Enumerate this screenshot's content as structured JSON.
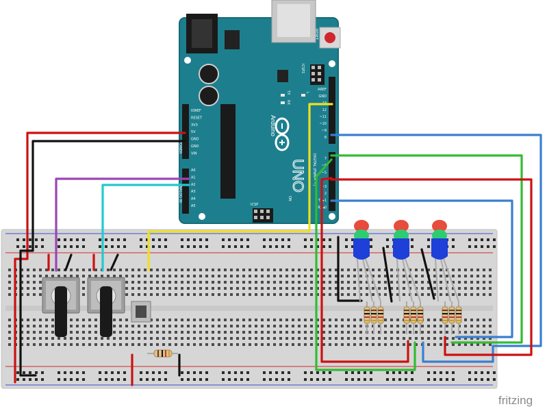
{
  "board": {
    "reset_label": "RESET",
    "icsp2_label": "ICSP2",
    "icsp_label": "ICSP",
    "tx_label": "TX",
    "rx_label": "RX",
    "l_label": "L",
    "on_label": "ON",
    "logo_label": "Arduino",
    "model_label": "UNO",
    "power_header_label": "POWER",
    "analog_header_label": "ANALOG IN",
    "digital_header_label": "DIGITAL (PWM= ~)",
    "power_pins": [
      "IOREF",
      "RESET",
      "3V3",
      "5V",
      "GND",
      "GND",
      "VIN"
    ],
    "analog_pins": [
      "A0",
      "A1",
      "A2",
      "A3",
      "A4",
      "A5"
    ],
    "digital_pins_top": [
      "AREF",
      "GND",
      "13",
      "12",
      "~11",
      "~10",
      "~9",
      "8"
    ],
    "digital_pins_bottom": [
      "7",
      "~6",
      "~5",
      "4",
      "~3",
      "2",
      "TX▸1",
      "RX◂0"
    ]
  },
  "watermark": "fritzing",
  "colors": {
    "board": "#1d7f8e",
    "wire_red": "#cc1111",
    "wire_black": "#111111",
    "wire_purple": "#9b45b5",
    "wire_cyan": "#22c8cf",
    "wire_yellow": "#f0e020",
    "wire_green": "#33bb33",
    "wire_blue": "#3a7fd0"
  }
}
